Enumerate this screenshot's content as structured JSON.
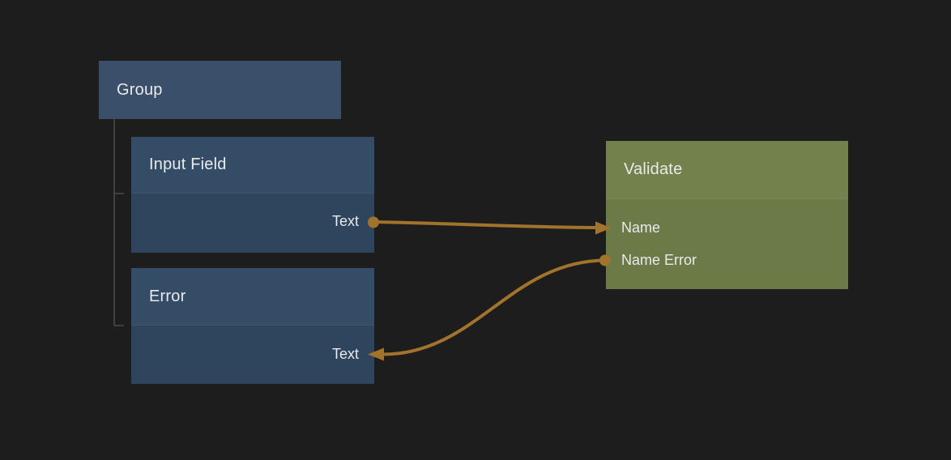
{
  "editor": {
    "type": "node-graph-canvas",
    "description": "Visual programming node editor canvas with component hierarchy and wired connections"
  },
  "colors": {
    "background": "#1D1D1D",
    "node_group_fill": "#3A506A",
    "node_blue_header": "#354C66",
    "node_blue_body": "#2F455E",
    "node_green_header": "#73824D",
    "node_green_body": "#6C7A47",
    "connection": "#A1732C",
    "tree_line": "#4E4E4E",
    "text": "#E9EAEC"
  },
  "nodes": {
    "group": {
      "title": "Group"
    },
    "input_field": {
      "title": "Input Field",
      "ports": [
        {
          "label": "Text",
          "kind": "output",
          "side": "right"
        }
      ]
    },
    "error": {
      "title": "Error",
      "ports": [
        {
          "label": "Text",
          "kind": "input",
          "side": "right"
        }
      ]
    },
    "validate": {
      "title": "Validate",
      "ports": [
        {
          "label": "Name",
          "kind": "input",
          "side": "left"
        },
        {
          "label": "Name Error",
          "kind": "output",
          "side": "left"
        }
      ]
    }
  },
  "hierarchy": {
    "parent": "Group",
    "children": [
      "Input Field",
      "Error"
    ]
  },
  "connections": [
    {
      "from": "Input Field.Text",
      "to": "Validate.Name"
    },
    {
      "from": "Validate.Name Error",
      "to": "Error.Text"
    }
  ]
}
